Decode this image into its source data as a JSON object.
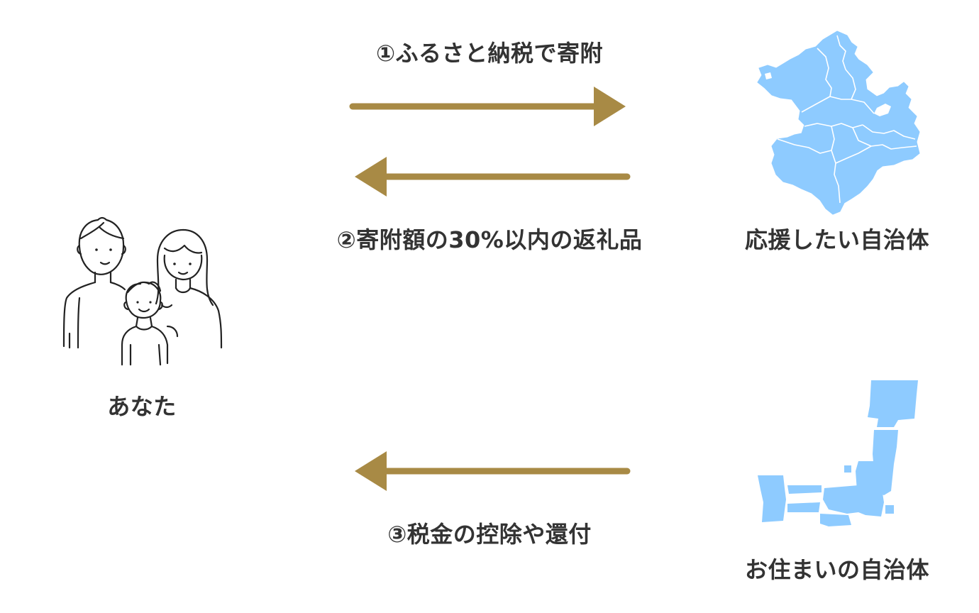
{
  "colors": {
    "arrow": "#a88a45",
    "map": "#8ecbff",
    "text": "#333333",
    "line_art": "#222222"
  },
  "icons": {
    "family": "family-illustration-icon",
    "region_map": "kyushu-region-map-icon",
    "japan_map": "japan-map-icon"
  },
  "actors": {
    "you": "あなた",
    "supported_municipality": "応援したい自治体",
    "residence_municipality": "お住まいの自治体"
  },
  "steps": [
    {
      "label": "①ふるさと納税で寄附",
      "direction": "right"
    },
    {
      "label": "②寄附額の30%以内の返礼品",
      "direction": "left"
    },
    {
      "label": "③税金の控除や還付",
      "direction": "left"
    }
  ]
}
